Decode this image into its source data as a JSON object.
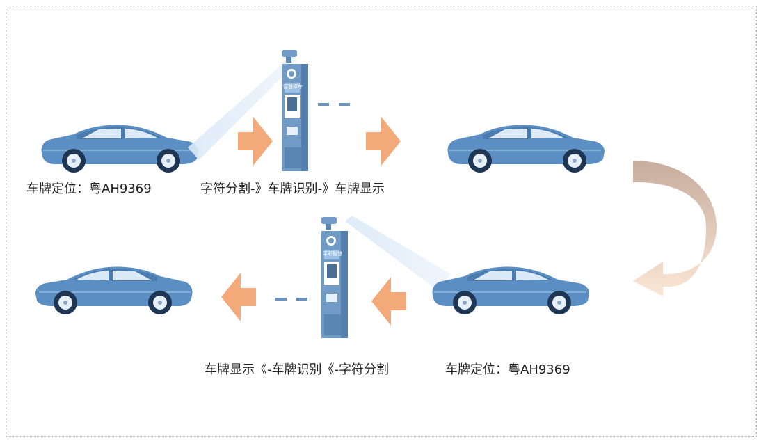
{
  "diagram": {
    "top_row": {
      "plate_location_label": "车牌定位：粤AH9369",
      "process_label": "字符分割-》车牌识别-》车牌显示"
    },
    "bottom_row": {
      "process_label": "车牌显示《-车牌识别《-字符分割",
      "plate_location_label": "车牌定位：粤AH9369"
    },
    "kiosk_header_top": "智慧停车",
    "kiosk_header_bottom": "平彩智慧",
    "colors": {
      "car_body": "#5b8fc4",
      "arrow_orange": "#f4a97a",
      "curve_arrow_start": "#c6ad9d",
      "curve_arrow_end": "#fce6d6",
      "beam": "#bcd6ef",
      "kiosk": "#6f9bc6"
    }
  }
}
